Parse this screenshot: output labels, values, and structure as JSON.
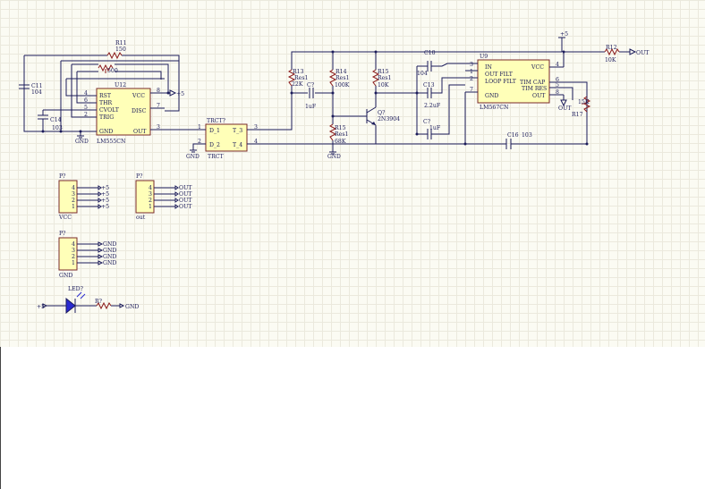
{
  "schematic": {
    "timer_ic": {
      "designator": "U12",
      "part": "LM555CN",
      "pins_left": [
        "RST",
        "THR",
        "CVOLT",
        "TRIG"
      ],
      "pins_right": [
        "VCC",
        "DISC"
      ],
      "out_label": "OUT",
      "gnd_label": "GND",
      "pin_numbers": [
        "4",
        "6",
        "5",
        "2",
        "8",
        "7",
        "3",
        "1"
      ]
    },
    "triac_ic": {
      "designator": "TRCT?",
      "part": "TRCT",
      "pins": [
        "D_1",
        "D_2",
        "T_3",
        "T_4"
      ],
      "pin_numbers": [
        "1",
        "2",
        "3",
        "4"
      ]
    },
    "pll_ic": {
      "designator": "U9",
      "part": "LM567CN",
      "pins_left": [
        "IN",
        "OUT FILT",
        "LOOP FILT",
        "GND"
      ],
      "pins_right": [
        "VCC",
        "TIM CAP",
        "TIM RES",
        "OUT"
      ],
      "pin_numbers": [
        "3",
        "1",
        "2",
        "7",
        "4",
        "6",
        "5",
        "8"
      ]
    },
    "resistors": [
      {
        "ref": "R11",
        "value": "150"
      },
      {
        "ref": "",
        "value": "500"
      },
      {
        "ref": "R13",
        "value": "Res1",
        "value2": "22K"
      },
      {
        "ref": "R14",
        "value": "Res1",
        "value2": "100K"
      },
      {
        "ref": "R15",
        "value": "Res1",
        "value2": "10K"
      },
      {
        "ref": "R15",
        "value": "Res1",
        "value2": "68K"
      },
      {
        "ref": "R12",
        "value": "10K"
      },
      {
        "ref": "R17",
        "value": "15K"
      },
      {
        "ref": "R?",
        "value": ""
      }
    ],
    "capacitors": [
      {
        "ref": "C11",
        "value": "104"
      },
      {
        "ref": "C14",
        "value": "103"
      },
      {
        "ref": "C?",
        "value": "1uF"
      },
      {
        "ref": "C10",
        "value": "104"
      },
      {
        "ref": "C13",
        "value": "2.2uF"
      },
      {
        "ref": "C?",
        "value": "1uF"
      },
      {
        "ref": "C16",
        "value": "103"
      }
    ],
    "transistor": {
      "ref": "Q?",
      "part": "2N3904"
    },
    "led": {
      "ref": "LED?"
    },
    "net_labels": {
      "vcc": "+5",
      "gnd": "GND",
      "out": "OUT",
      "out_q": "OUT"
    },
    "headers": [
      {
        "ref": "P?",
        "name": "VCC",
        "pins": [
          "4",
          "3",
          "2",
          "1"
        ],
        "nets": [
          "+5",
          "+5",
          "+5",
          "+5"
        ]
      },
      {
        "ref": "P?",
        "name": "out",
        "pins": [
          "4",
          "3",
          "2",
          "1"
        ],
        "nets": [
          "OUT",
          "OUT",
          "OUT",
          "OUT"
        ]
      },
      {
        "ref": "P?",
        "name": "GND",
        "pins": [
          "4",
          "3",
          "2",
          "1"
        ],
        "nets": [
          "GND",
          "GND",
          "GND",
          "GND"
        ]
      }
    ]
  }
}
